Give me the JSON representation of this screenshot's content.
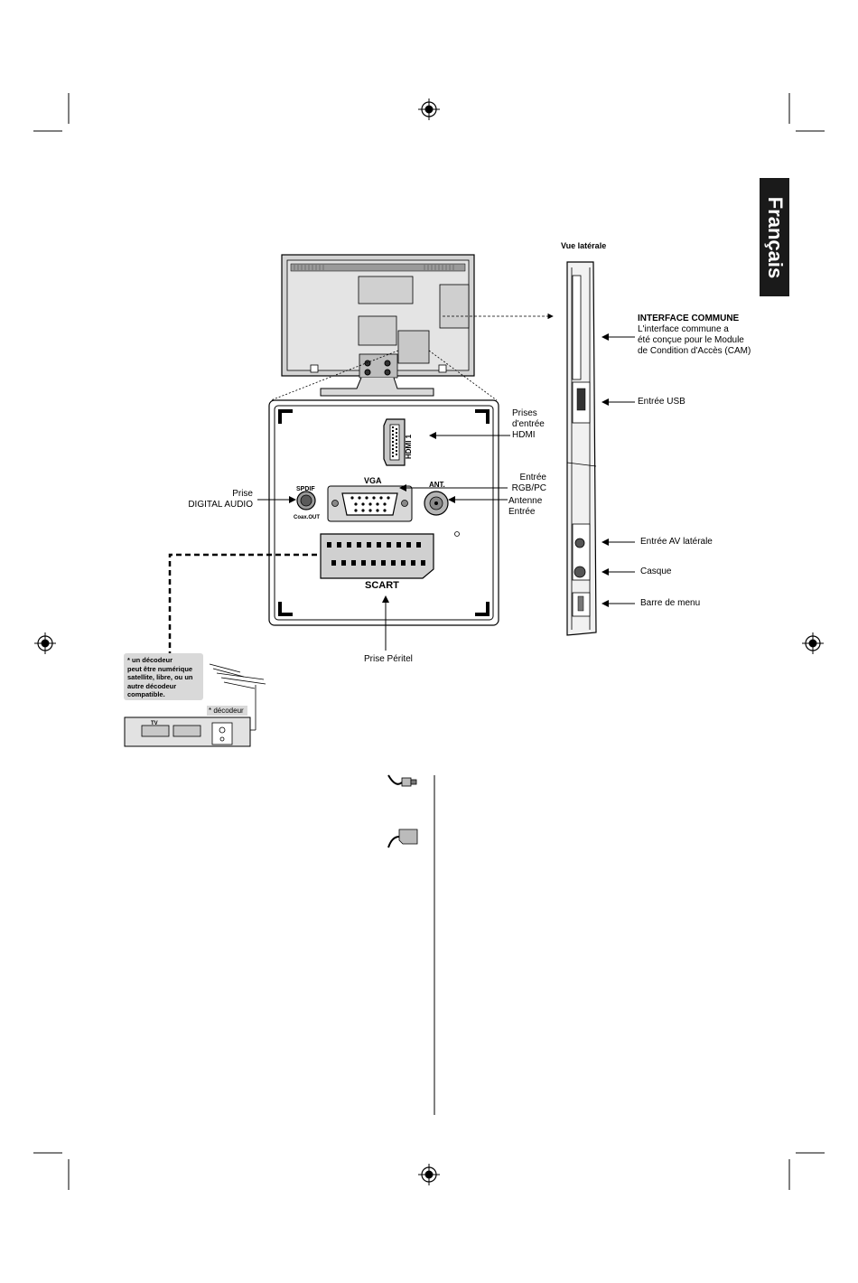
{
  "language_tab": "Français",
  "side_view_title": "Vue latérale",
  "panel_labels": {
    "hdmi_port": "HDMI 1",
    "spdif": "SPDIF",
    "coax_out": "Coax.OUT",
    "vga": "VGA",
    "ant": "ANT.",
    "scart": "SCART"
  },
  "callouts": {
    "hdmi": [
      "Prises",
      "d'entrée",
      "HDMI"
    ],
    "rgb": [
      "Entrée",
      "RGB/PC"
    ],
    "antenna": [
      "Antenne",
      "Entrée"
    ],
    "digital_audio": [
      "Prise",
      "DIGITAL AUDIO"
    ],
    "peritel": "Prise Péritel"
  },
  "side_callouts": {
    "ci_title": "INTERFACE COMMUNE",
    "ci_text": [
      "L'interface commune a",
      "été conçue pour le Module",
      "de Condition d'Accès  (CAM)"
    ],
    "usb": "Entrée USB",
    "av": "Entrée AV latérale",
    "headphone": "Casque",
    "menu": "Barre de menu"
  },
  "decoder_note": [
    "* un décodeur",
    "peut être numérique",
    "satellite, libre, ou un",
    "autre décodeur",
    "compatible."
  ],
  "decoder_label": "* décodeur",
  "decoder_tv": "TV"
}
